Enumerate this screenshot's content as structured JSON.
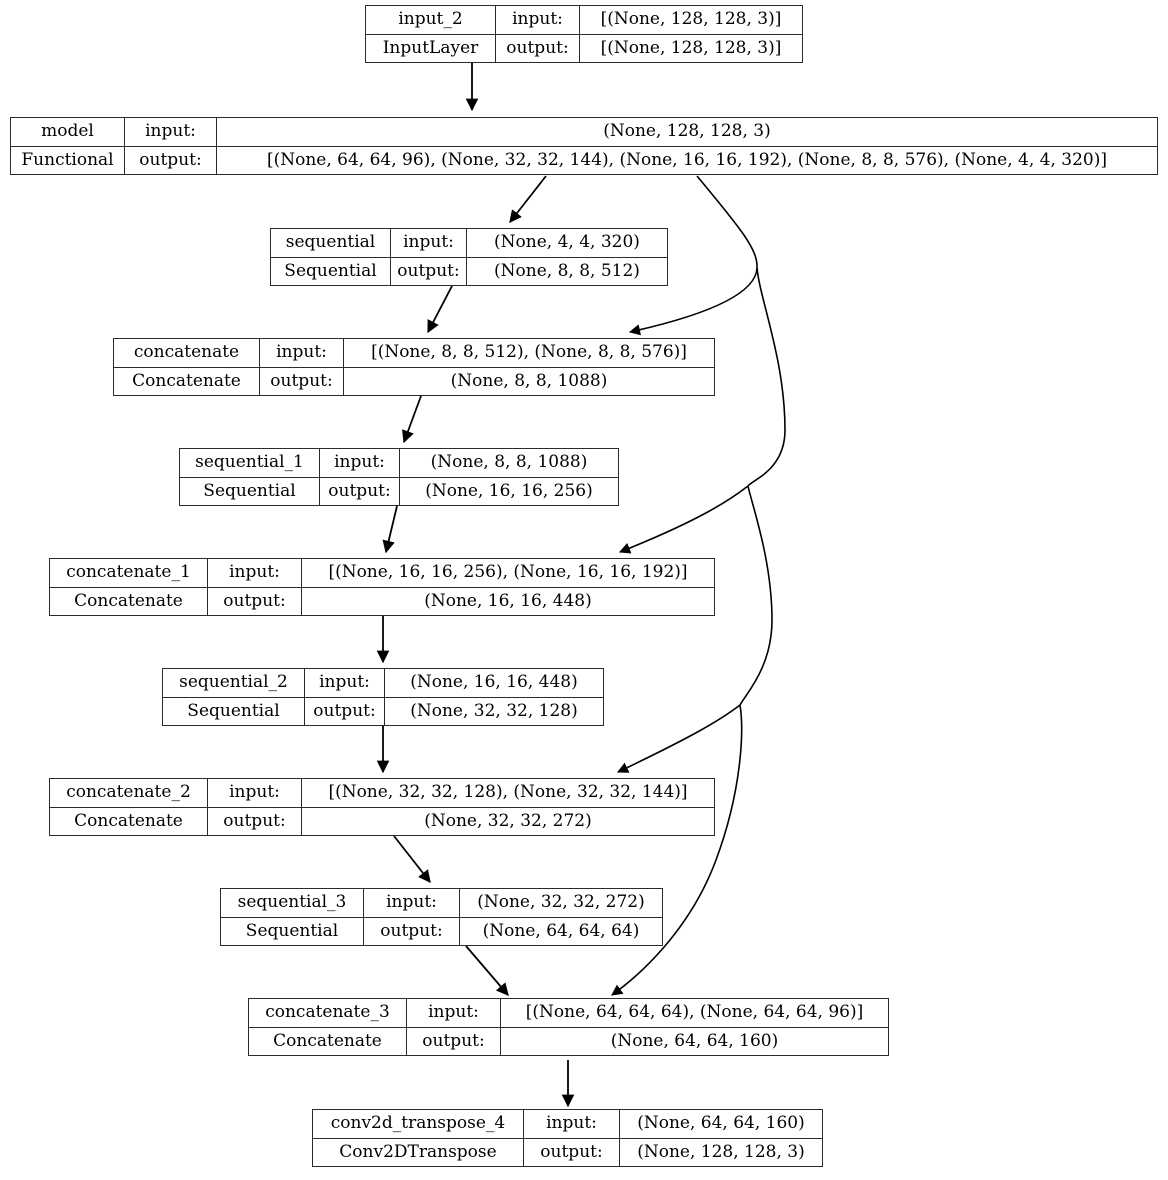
{
  "graph": {
    "title": "Keras model architecture graph",
    "background_color": "#ffffff",
    "node_border_color": "#2b2b2b",
    "edge_color": "#000000",
    "labels": {
      "input_label": "input:",
      "output_label": "output:"
    },
    "nodes": [
      {
        "id": "input_2",
        "name": "input_2",
        "class": "InputLayer",
        "input_label": "input:",
        "output_label": "output:",
        "input_shape": "[(None, 128, 128, 3)]",
        "output_shape": "[(None, 128, 128, 3)]"
      },
      {
        "id": "model",
        "name": "model",
        "class": "Functional",
        "input_label": "input:",
        "output_label": "output:",
        "input_shape": "(None, 128, 128, 3)",
        "output_shape": "[(None, 64, 64, 96), (None, 32, 32, 144), (None, 16, 16, 192), (None, 8, 8, 576), (None, 4, 4, 320)]"
      },
      {
        "id": "sequential",
        "name": "sequential",
        "class": "Sequential",
        "input_label": "input:",
        "output_label": "output:",
        "input_shape": "(None, 4, 4, 320)",
        "output_shape": "(None, 8, 8, 512)"
      },
      {
        "id": "concatenate",
        "name": "concatenate",
        "class": "Concatenate",
        "input_label": "input:",
        "output_label": "output:",
        "input_shape": "[(None, 8, 8, 512), (None, 8, 8, 576)]",
        "output_shape": "(None, 8, 8, 1088)"
      },
      {
        "id": "sequential_1",
        "name": "sequential_1",
        "class": "Sequential",
        "input_label": "input:",
        "output_label": "output:",
        "input_shape": "(None, 8, 8, 1088)",
        "output_shape": "(None, 16, 16, 256)"
      },
      {
        "id": "concatenate_1",
        "name": "concatenate_1",
        "class": "Concatenate",
        "input_label": "input:",
        "output_label": "output:",
        "input_shape": "[(None, 16, 16, 256), (None, 16, 16, 192)]",
        "output_shape": "(None, 16, 16, 448)"
      },
      {
        "id": "sequential_2",
        "name": "sequential_2",
        "class": "Sequential",
        "input_label": "input:",
        "output_label": "output:",
        "input_shape": "(None, 16, 16, 448)",
        "output_shape": "(None, 32, 32, 128)"
      },
      {
        "id": "concatenate_2",
        "name": "concatenate_2",
        "class": "Concatenate",
        "input_label": "input:",
        "output_label": "output:",
        "input_shape": "[(None, 32, 32, 128), (None, 32, 32, 144)]",
        "output_shape": "(None, 32, 32, 272)"
      },
      {
        "id": "sequential_3",
        "name": "sequential_3",
        "class": "Sequential",
        "input_label": "input:",
        "output_label": "output:",
        "input_shape": "(None, 32, 32, 272)",
        "output_shape": "(None, 64, 64, 64)"
      },
      {
        "id": "concatenate_3",
        "name": "concatenate_3",
        "class": "Concatenate",
        "input_label": "input:",
        "output_label": "output:",
        "input_shape": "[(None, 64, 64, 64), (None, 64, 64, 96)]",
        "output_shape": "(None, 64, 64, 160)"
      },
      {
        "id": "conv2d_transpose_4",
        "name": "conv2d_transpose_4",
        "class": "Conv2DTranspose",
        "input_label": "input:",
        "output_label": "output:",
        "input_shape": "(None, 64, 64, 160)",
        "output_shape": "(None, 128, 128, 3)"
      }
    ],
    "edges": [
      {
        "from": "input_2",
        "to": "model"
      },
      {
        "from": "model",
        "to": "sequential"
      },
      {
        "from": "model",
        "to": "concatenate"
      },
      {
        "from": "model",
        "to": "concatenate_1"
      },
      {
        "from": "model",
        "to": "concatenate_2"
      },
      {
        "from": "model",
        "to": "concatenate_3"
      },
      {
        "from": "sequential",
        "to": "concatenate"
      },
      {
        "from": "concatenate",
        "to": "sequential_1"
      },
      {
        "from": "sequential_1",
        "to": "concatenate_1"
      },
      {
        "from": "concatenate_1",
        "to": "sequential_2"
      },
      {
        "from": "sequential_2",
        "to": "concatenate_2"
      },
      {
        "from": "concatenate_2",
        "to": "sequential_3"
      },
      {
        "from": "sequential_3",
        "to": "concatenate_3"
      },
      {
        "from": "concatenate_3",
        "to": "conv2d_transpose_4"
      }
    ]
  }
}
